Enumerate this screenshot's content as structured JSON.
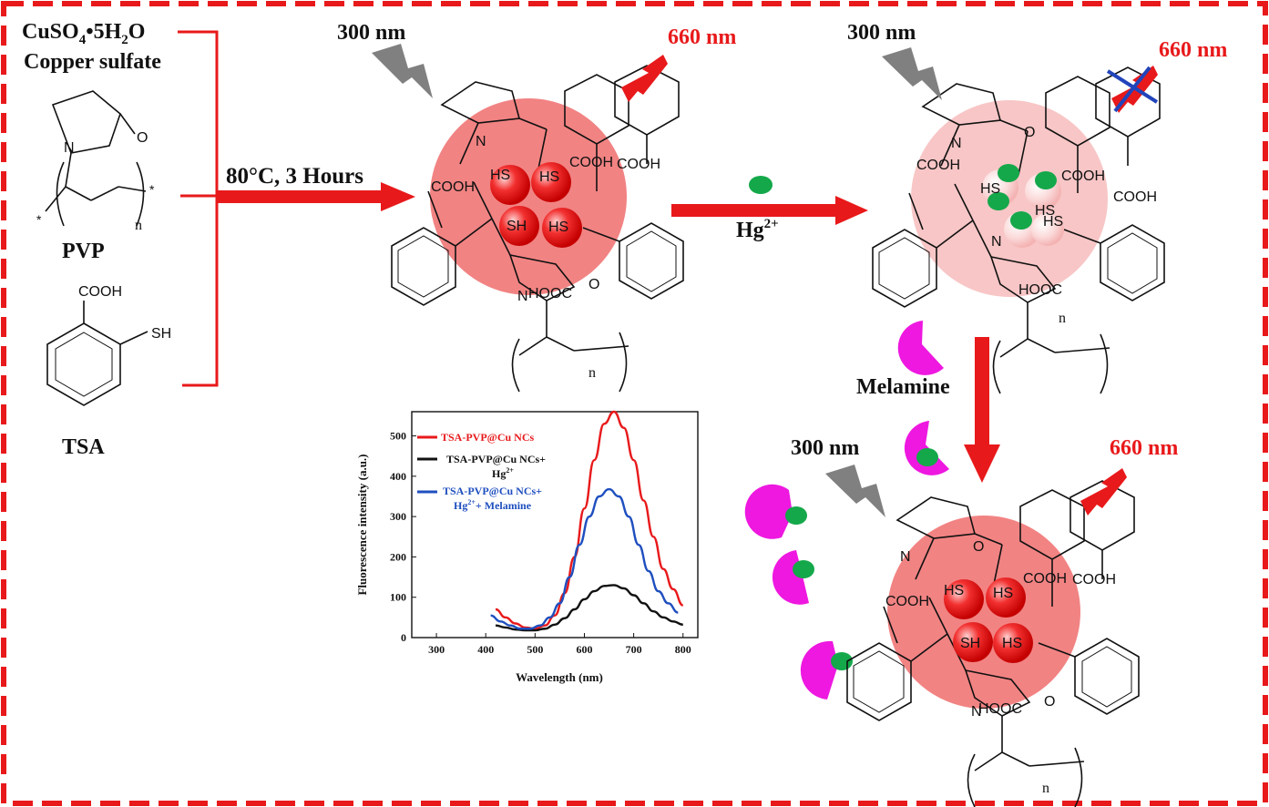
{
  "reactants": {
    "cuso4_formula": "CuSO4•5H2O",
    "cuso4_name": "Copper sulfate",
    "pvp_label": "PVP",
    "tsa_label": "TSA",
    "cooh": "COOH",
    "sh": "SH",
    "o": "O",
    "n_atom": "N",
    "n_sub": "n",
    "star": "*"
  },
  "condition": "80°C, 3 Hours",
  "excitation": "300 nm",
  "emission": "660 nm",
  "hg_ion": "Hg2+",
  "melamine": "Melamine",
  "cluster_labels": {
    "hs": "HS",
    "sh": "SH",
    "cooh": "COOH",
    "hooc": "HOOC",
    "n_atom": "N",
    "o": "O"
  },
  "colors": {
    "border": "#e8191b",
    "arrow": "#e8191b",
    "cluster": "#f06d6d",
    "cluster_quenched": "#f8c6c6",
    "hg": "#14a84a",
    "melamine": "#ee18e0",
    "lightning_gray": "#808080",
    "lightning_red": "#e8191b",
    "cross_blue": "#2244bb"
  },
  "chart_data": {
    "type": "line",
    "xlabel": "Wavelength (nm)",
    "ylabel": "Fluorescence intensity (a.u.)",
    "xlim": [
      250,
      830
    ],
    "ylim": [
      0,
      560
    ],
    "xticks": [
      300,
      400,
      500,
      600,
      700,
      800
    ],
    "yticks": [
      0,
      100,
      200,
      300,
      400,
      500
    ],
    "legend_position": "top-left",
    "series": [
      {
        "name": "TSA-PVP@Cu NCs",
        "color": "#e8191b",
        "x": [
          420,
          440,
          460,
          480,
          500,
          520,
          540,
          560,
          580,
          600,
          620,
          640,
          660,
          680,
          700,
          720,
          740,
          760,
          780,
          800
        ],
        "y": [
          70,
          50,
          35,
          25,
          22,
          30,
          55,
          110,
          200,
          320,
          440,
          530,
          560,
          520,
          440,
          340,
          250,
          170,
          120,
          80
        ]
      },
      {
        "name": "TSA-PVP@Cu NCs+ Hg2+",
        "color": "#111111",
        "x": [
          420,
          440,
          460,
          480,
          500,
          520,
          540,
          560,
          580,
          600,
          620,
          640,
          660,
          680,
          700,
          720,
          740,
          760,
          780,
          800
        ],
        "y": [
          30,
          25,
          20,
          18,
          18,
          22,
          32,
          48,
          70,
          95,
          115,
          128,
          130,
          122,
          105,
          85,
          65,
          50,
          40,
          32
        ]
      },
      {
        "name": "TSA-PVP@Cu NCs+ Hg2++ Melamine",
        "color": "#1f4fbf",
        "x": [
          410,
          430,
          450,
          470,
          490,
          510,
          530,
          550,
          570,
          590,
          610,
          630,
          650,
          670,
          690,
          710,
          730,
          750,
          770,
          790
        ],
        "y": [
          55,
          40,
          30,
          22,
          22,
          30,
          50,
          85,
          150,
          230,
          300,
          350,
          368,
          350,
          300,
          230,
          165,
          115,
          85,
          62
        ]
      }
    ]
  }
}
